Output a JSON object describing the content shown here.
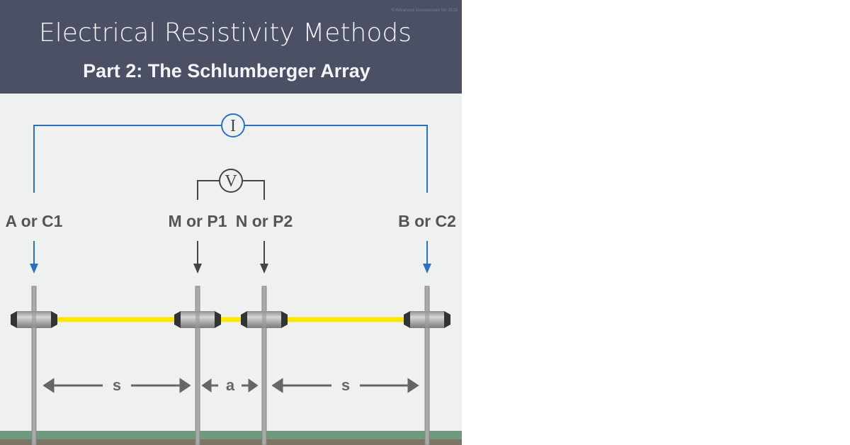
{
  "header": {
    "title": "Electrical Resistivity Methods",
    "subtitle": "Part 2: The Schlumberger Array",
    "copyright": "© Advanced Geosciences Inc 2018"
  },
  "meters": {
    "current": "I",
    "voltage": "V"
  },
  "electrodes": [
    {
      "label": "A or C1",
      "type": "current"
    },
    {
      "label": "M or P1",
      "type": "potential"
    },
    {
      "label": "N or P2",
      "type": "potential"
    },
    {
      "label": "B or C2",
      "type": "current"
    }
  ],
  "spacings": {
    "outer_left": "s",
    "inner": "a",
    "outer_right": "s"
  },
  "colors": {
    "header": "#4b5064",
    "current_wire": "#2f6fc0",
    "cable": "#ffe600",
    "grass": "#6f9a80",
    "soil": "#7c7564",
    "background": "#eff1f0"
  }
}
